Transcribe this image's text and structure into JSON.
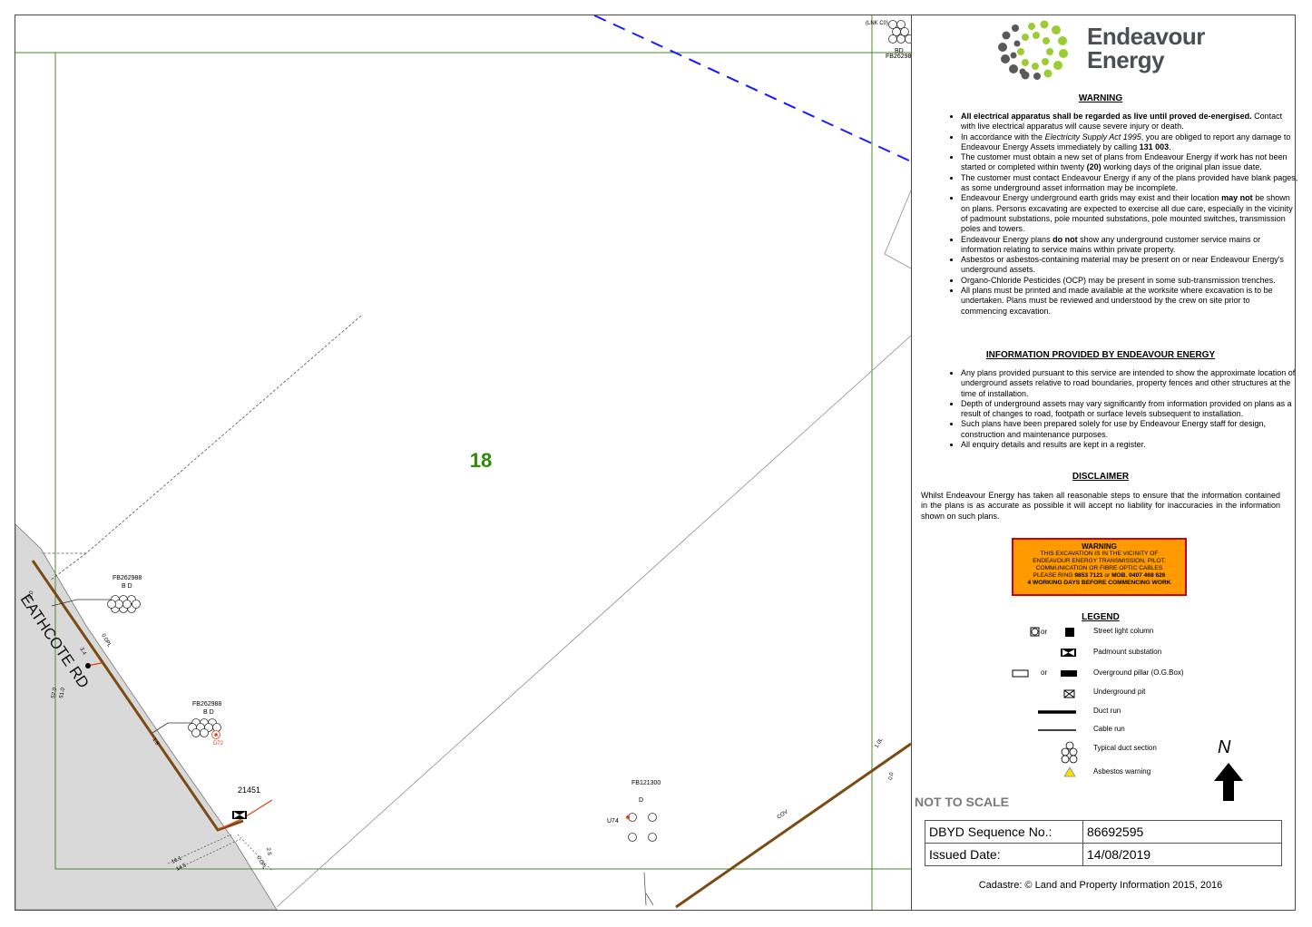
{
  "map": {
    "lot_number": "18",
    "road_name": "EATHCOTE RD",
    "labels": {
      "fb_top": "FB26298",
      "bd_top": "BD",
      "lnk_top": "(LNK C0)",
      "fb1": "FB262988",
      "bd1": "B D",
      "fb2": "FB262988",
      "bd2": "B D",
      "d72": "D72",
      "sub_id": "21451",
      "fb3": "FB121300",
      "d3": "D",
      "u74": "U74",
      "cov": "COV",
      "dim_00": "0.0",
      "dim_0dpl": "0.0PL",
      "dim_34": "3.4",
      "dim_520": "52.0",
      "dim_510": "51.0",
      "dim_18": "1.8",
      "dim_161": "16.1",
      "dim_145": "14.5",
      "dim_25": "2.5",
      "dim_0pl2": "0.0PL",
      "dim_10l": "1.0L",
      "dim_00b": "0.0"
    }
  },
  "brand": {
    "name_line1": "Endeavour",
    "name_line2": "Energy",
    "green": "#9acd32",
    "grey": "#595959"
  },
  "warning": {
    "title": "WARNING",
    "items": [
      {
        "b": "All electrical apparatus shall be regarded as live until proved de-energised.",
        "t": " Contact with live electrical apparatus will cause severe injury or death."
      },
      {
        "t": "In accordance with the ",
        "i": "Electricity Supply Act 1995",
        "t2": ", you are obliged to report any damage to Endeavour Energy Assets immediately by calling ",
        "b2": "131 003",
        "t3": "."
      },
      {
        "t": "The customer must obtain a new set of plans from Endeavour Energy if work has not been started or completed within twenty ",
        "b2": "(20)",
        "t3": " working days of the original plan issue date."
      },
      {
        "t": "The customer must contact Endeavour Energy if any of the plans provided have blank pages, as some underground asset information may be incomplete."
      },
      {
        "t": "Endeavour Energy underground earth grids may exist and their location ",
        "b2": "may not",
        "t3": " be shown on plans. Persons excavating are expected to exercise all due care, especially in the vicinity of padmount substations, pole mounted substations, pole mounted switches, transmission poles and towers."
      },
      {
        "t": "Endeavour Energy plans ",
        "b2": "do not",
        "t3": " show any underground customer service mains or information relating to service mains within private property."
      },
      {
        "t": "Asbestos or asbestos-containing material may be present on or near Endeavour Energy's underground assets."
      },
      {
        "t": "Organo-Chloride Pesticides (OCP) may be present in some sub-transmission trenches."
      },
      {
        "t": "All plans must be printed and made available at the worksite where excavation is to be undertaken. Plans must be reviewed and understood by the crew on site prior to commencing excavation."
      }
    ]
  },
  "info": {
    "title": "INFORMATION PROVIDED BY ENDEAVOUR ENERGY",
    "items": [
      "Any plans provided pursuant to this service are intended to show the approximate location of underground assets relative to road boundaries, property fences and other structures at the time of installation.",
      "Depth of underground assets may vary significantly from information provided on plans as a result of changes to road, footpath or surface levels subsequent to installation.",
      "Such plans have been prepared solely for use by Endeavour Energy staff for design, construction and maintenance purposes.",
      "All enquiry details and results are kept in a register."
    ]
  },
  "disclaimer": {
    "title": "DISCLAIMER",
    "text": "Whilst Endeavour Energy has taken all reasonable steps to ensure that the information contained in the plans is as accurate as possible it will accept no liability for inaccuracies in the information shown on such plans."
  },
  "warnbox": {
    "title": "WARNING",
    "l1": "THIS EXCAVATION IS IN THE VICINITY OF",
    "l2": "ENDEAVOUR ENERGY TRANSMISSION, PILOT,",
    "l3": "COMMUNICATION OR FIBRE OPTIC CABLES",
    "l4a": "PLEASE RING ",
    "l4b": "9853 7121",
    "l4c": " or ",
    "l4d": "MOB. 0407 468 626",
    "l5": "4 WORKING DAYS BEFORE COMMENCING WORK"
  },
  "legend": {
    "title": "LEGEND",
    "or1": "or",
    "or2": "or",
    "items": [
      "Street light column",
      "Padmount substation",
      "Overground pillar (O.G.Box)",
      "Underground pit",
      "Duct run",
      "Cable run",
      "Typical duct section",
      "Asbestos warning"
    ]
  },
  "north_label": "N",
  "not_to_scale": "NOT TO SCALE",
  "table": {
    "seq_label": "DBYD Sequence No.:",
    "seq_value": "86692595",
    "date_label": "Issued Date:",
    "date_value": "14/08/2019"
  },
  "cadastre": "Cadastre: © Land and Property Information 2015, 2016"
}
